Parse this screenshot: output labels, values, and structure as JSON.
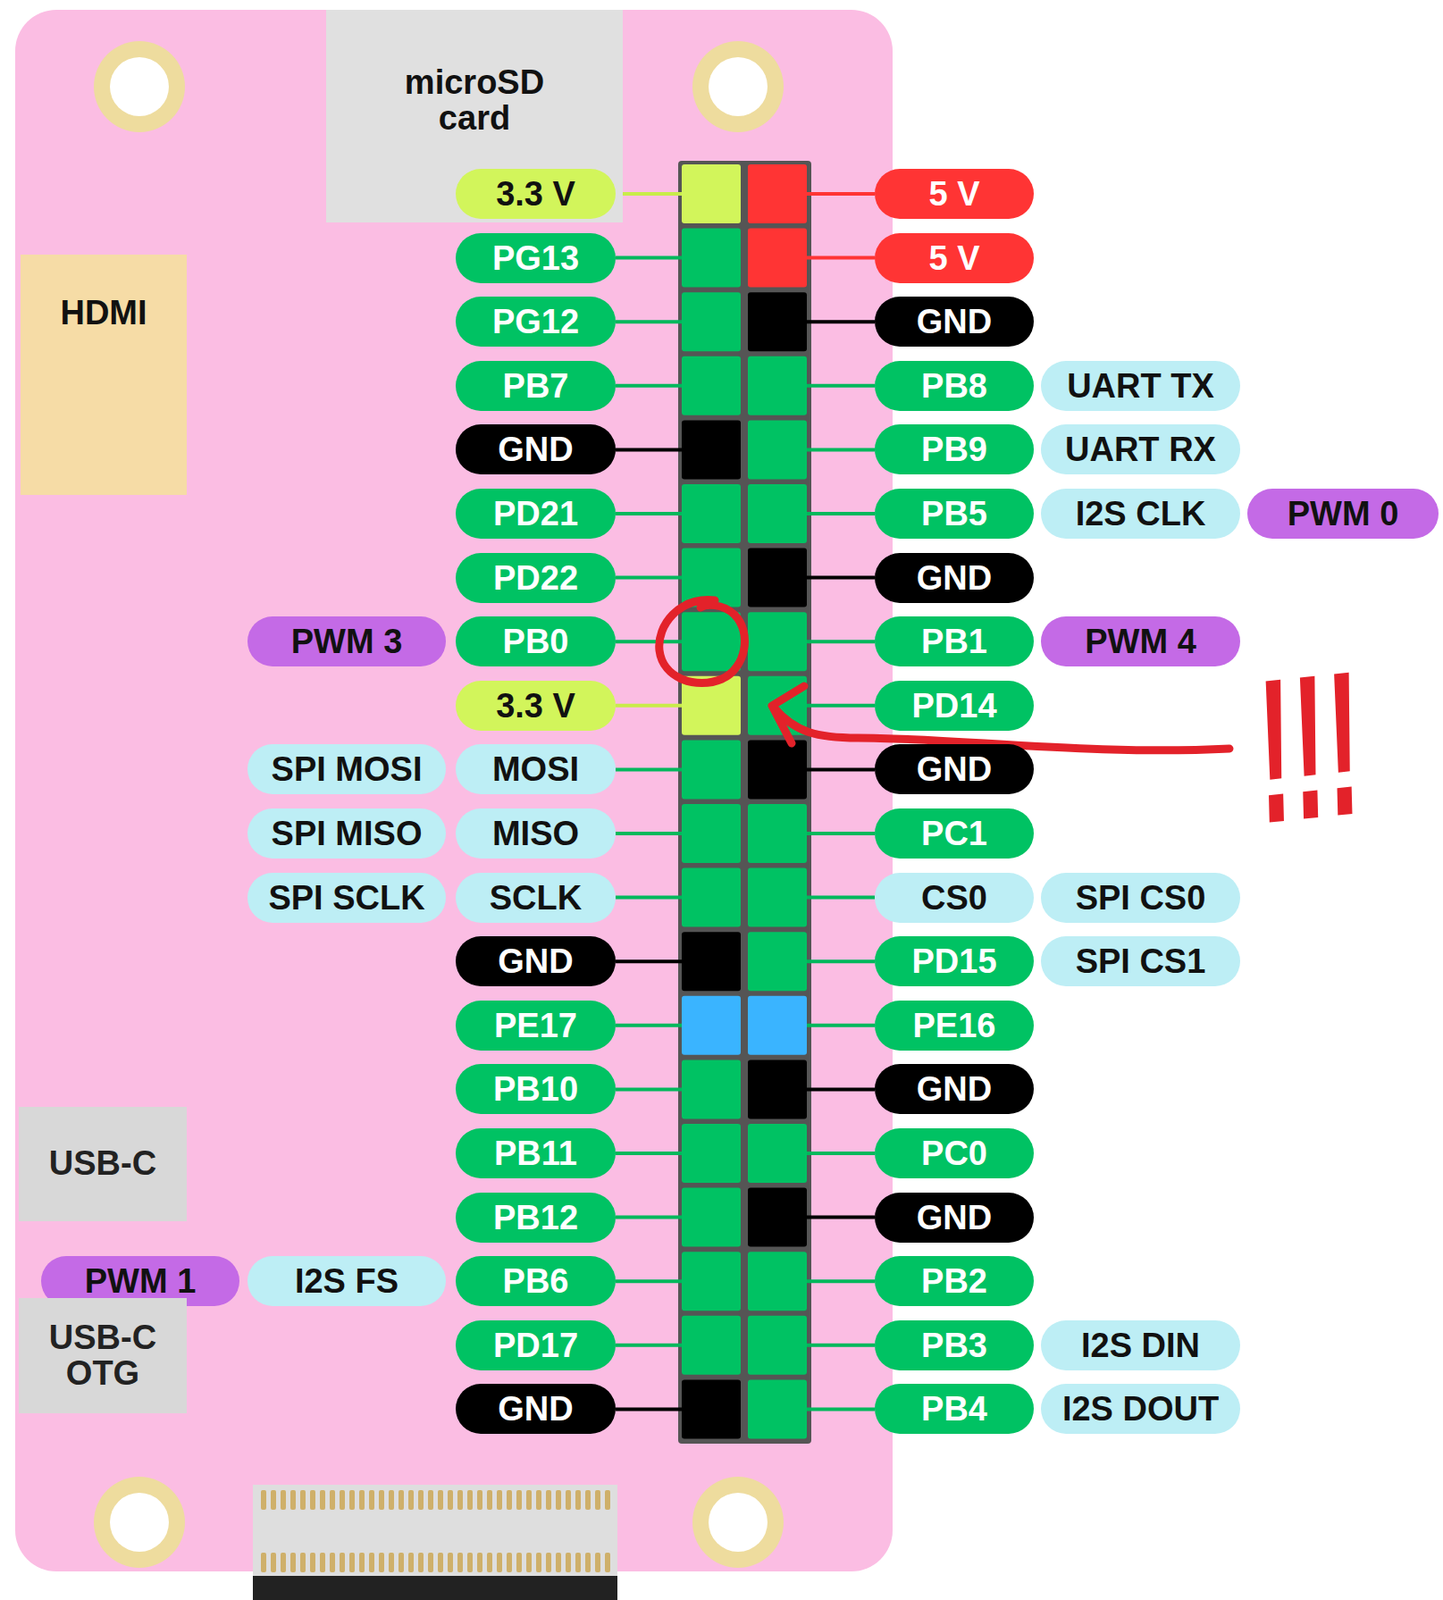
{
  "diagram": {
    "nodes": [
      {
        "text": [
          "microSD card"
        ]
      },
      {
        "text": [
          "3.3 V"
        ]
      },
      {
        "text": [
          "5 V"
        ]
      },
      {
        "text": [
          "PG13"
        ]
      },
      {
        "text": [
          "5 V"
        ]
      },
      {
        "text": [
          "HDMI"
        ]
      },
      {
        "text": [
          "PG12"
        ]
      },
      {
        "text": [
          "GND"
        ]
      },
      {
        "text": [
          "PB7"
        ]
      },
      {
        "text": [
          "PB8"
        ]
      },
      {
        "text": [
          "UART TX"
        ]
      },
      {
        "text": [
          "GND"
        ]
      },
      {
        "text": [
          "PB9"
        ]
      },
      {
        "text": [
          "UART RX"
        ]
      },
      {
        "text": [
          "PD21"
        ]
      },
      {
        "text": [
          "PB5"
        ]
      },
      {
        "text": [
          "I2S CLK"
        ]
      },
      {
        "text": [
          "PWM 0"
        ]
      },
      {
        "text": [
          "PD22"
        ]
      },
      {
        "text": [
          "GND"
        ]
      },
      {
        "text": [
          "PWM 3"
        ]
      },
      {
        "text": [
          "PB0"
        ]
      },
      {
        "text": [
          "PB1"
        ]
      },
      {
        "text": [
          "PWM 4"
        ]
      },
      {
        "text": [
          "3.3 V"
        ]
      },
      {
        "text": [
          "PD14"
        ]
      },
      {
        "text": [
          "SPI MOSI"
        ]
      },
      {
        "text": [
          "MOSI"
        ]
      },
      {
        "text": [
          "GND"
        ]
      },
      {
        "text": [
          "SPI MISO"
        ]
      },
      {
        "text": [
          "MISO"
        ]
      },
      {
        "text": [
          "PC1"
        ]
      },
      {
        "text": [
          "SPI SCLK"
        ]
      },
      {
        "text": [
          "SCLK"
        ]
      },
      {
        "text": [
          "CS0"
        ]
      },
      {
        "text": [
          "SPI CS0"
        ]
      },
      {
        "text": [
          "GND"
        ]
      },
      {
        "text": [
          "PD15"
        ]
      },
      {
        "text": [
          "SPI CS1"
        ]
      },
      {
        "text": [
          "PE17"
        ]
      },
      {
        "text": [
          "PE16"
        ]
      },
      {
        "text": [
          "PB10"
        ]
      },
      {
        "text": [
          "GND"
        ]
      },
      {
        "text": [
          "USB-C"
        ]
      },
      {
        "text": [
          "PB11"
        ]
      },
      {
        "text": [
          "PC0"
        ]
      },
      {
        "text": [
          "PB12"
        ]
      },
      {
        "text": [
          "GND"
        ]
      },
      {
        "text": [
          "PWM 1"
        ]
      },
      {
        "text": [
          "I2S FS"
        ]
      },
      {
        "text": [
          "PB6"
        ]
      },
      {
        "text": [
          "PB2"
        ]
      },
      {
        "text": [
          "USB-C OTG"
        ]
      },
      {
        "text": [
          "PD17"
        ]
      },
      {
        "text": [
          "PB3"
        ]
      },
      {
        "text": [
          "I2S DIN"
        ]
      },
      {
        "text": [
          "GND"
        ]
      },
      {
        "text": [
          "PB4"
        ]
      },
      {
        "text": [
          "I2S DOUT"
        ]
      }
    ],
    "labels": [
      "!!!"
    ]
  }
}
